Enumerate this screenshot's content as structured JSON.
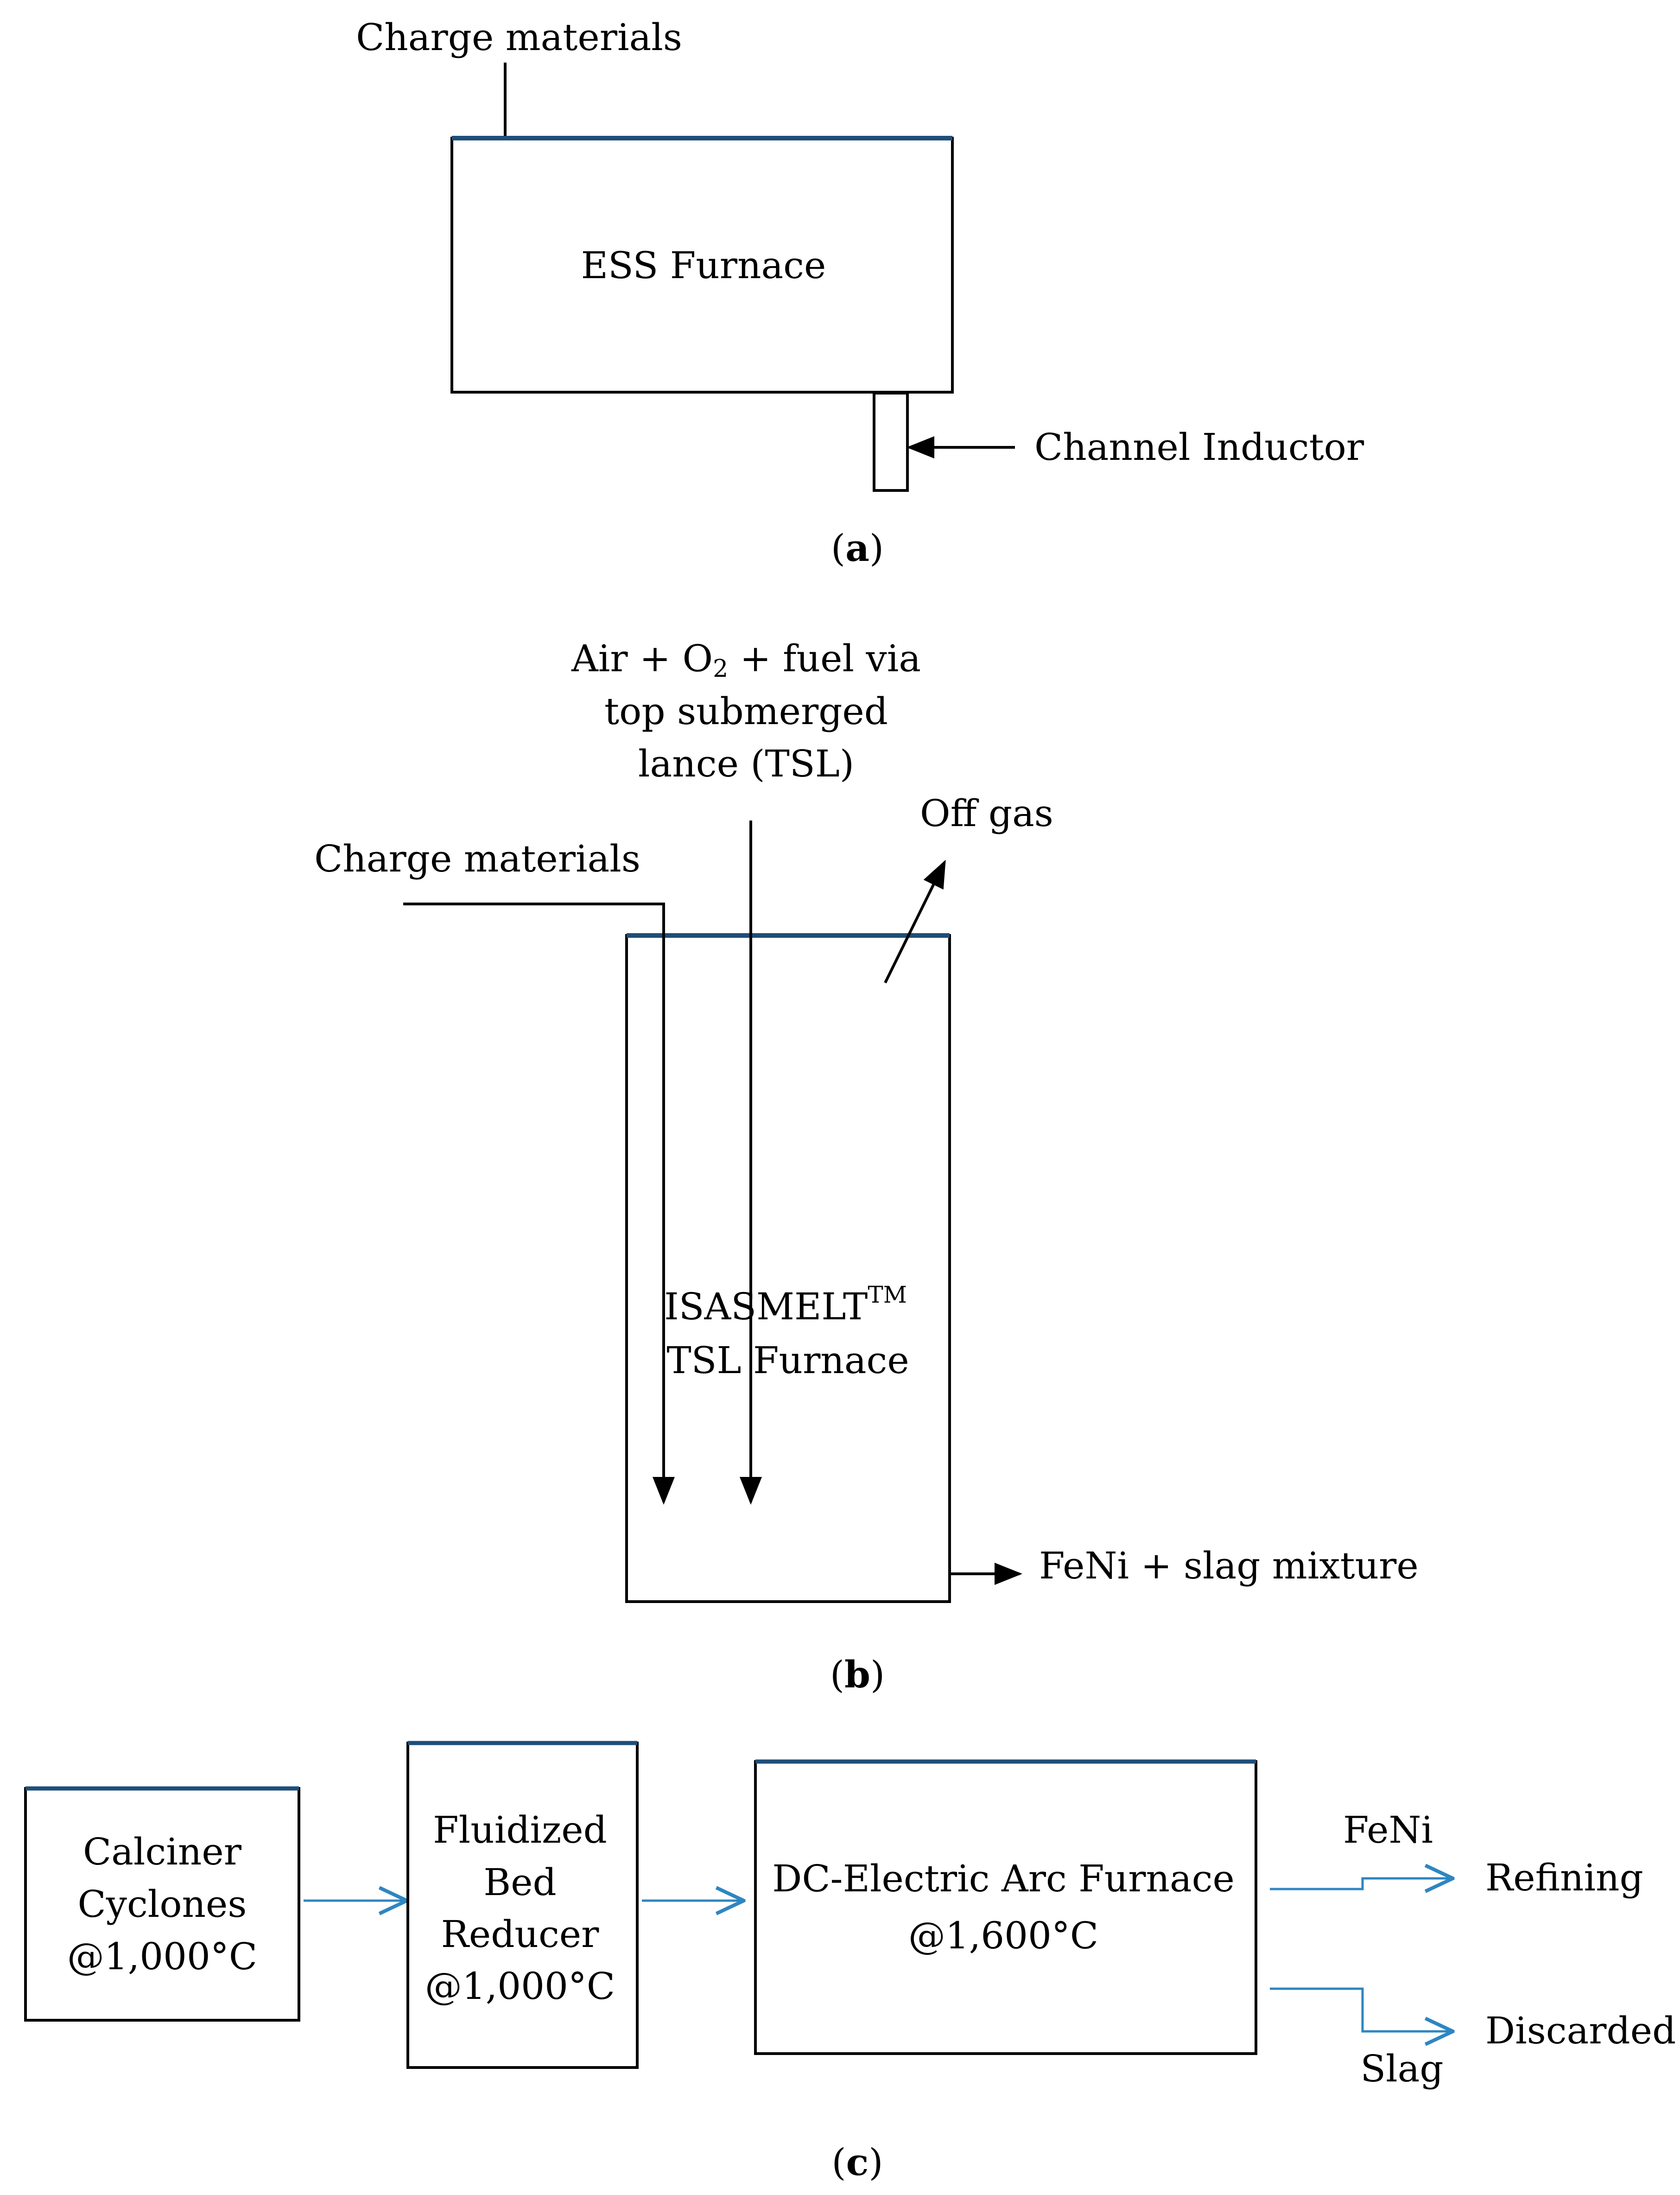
{
  "panel_a": {
    "label_prefix": "(",
    "label_letter": "a",
    "label_suffix": ")",
    "charge_materials": "Charge materials",
    "furnace": "ESS Furnace",
    "channel_inductor": "Channel Inductor"
  },
  "panel_b": {
    "label_prefix": "(",
    "label_letter": "b",
    "label_suffix": ")",
    "air_line1_part1": "Air + O",
    "air_line1_sub": "2",
    "air_line1_part2": " + fuel via",
    "air_line2": "top submerged",
    "air_line3": "lance (TSL)",
    "off_gas": "Off gas",
    "charge_materials": "Charge materials",
    "furnace_line1": "ISASMELT",
    "furnace_tm": "TM",
    "furnace_line2": "TSL Furnace",
    "output": "FeNi + slag mixture"
  },
  "panel_c": {
    "label_prefix": "(",
    "label_letter": "c",
    "label_suffix": ")",
    "calciner": [
      "Calciner",
      "Cyclones",
      "@1,000°C"
    ],
    "reducer": [
      "Fluidized",
      "Bed",
      "Reducer",
      "@1,000°C"
    ],
    "eaf": [
      "DC-Electric Arc Furnace",
      "@1,600°C"
    ],
    "feni": "FeNi",
    "refining": "Refining",
    "slag": "Slag",
    "discarded": "Discarded"
  }
}
